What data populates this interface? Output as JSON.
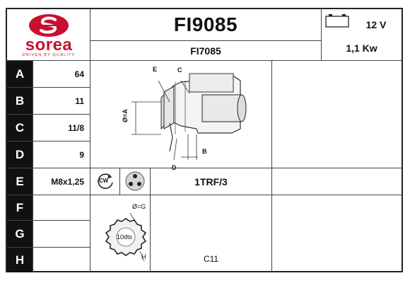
{
  "header": {
    "brand": "sorea",
    "brand_tagline": "DRIVEN BY QUALITY",
    "part_number": "FI9085",
    "alt_part_number": "FI7085",
    "voltage": "12 V",
    "power": "1,1 Kw"
  },
  "rows": [
    {
      "label": "A",
      "value": "64"
    },
    {
      "label": "B",
      "value": "11"
    },
    {
      "label": "C",
      "value": "11/8"
    },
    {
      "label": "D",
      "value": "9"
    },
    {
      "label": "E",
      "value": "M8x1,25"
    },
    {
      "label": "F",
      "value": ""
    },
    {
      "label": "G",
      "value": ""
    },
    {
      "label": "H",
      "value": ""
    }
  ],
  "diagram": {
    "labels": {
      "e": "E",
      "c": "C",
      "a": "Ø=A",
      "b": "B",
      "d": "D"
    }
  },
  "rotation": {
    "direction": "CW"
  },
  "mounting_code": "1TRF/3",
  "pinion": {
    "diameter": "Ø=G",
    "teeth": "10dts",
    "h": "H"
  },
  "pinion_code": "C11",
  "colors": {
    "brand_red": "#c8102e",
    "label_bg": "#111111"
  },
  "icons": [
    "sorea-logo-icon",
    "battery-icon",
    "clockwise-rotation-icon",
    "mounting-holes-icon",
    "pinion-gear-icon",
    "starter-motor-drawing"
  ]
}
